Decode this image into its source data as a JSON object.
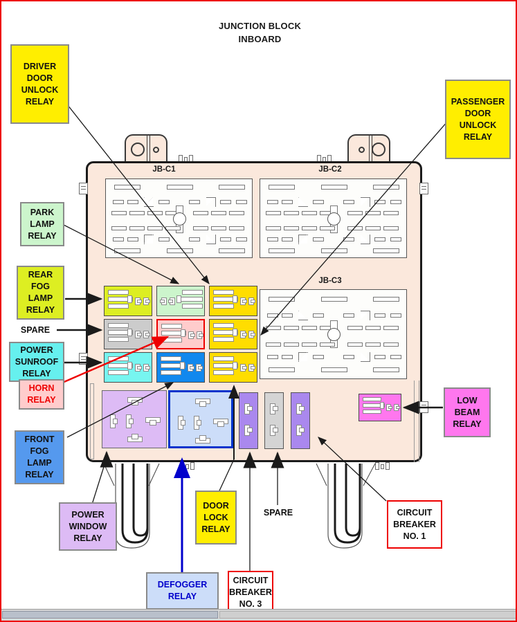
{
  "title": {
    "line1": "JUNCTION BLOCK",
    "line2": "INBOARD"
  },
  "connectors": [
    {
      "id": "jb-c1",
      "label": "JB-C1"
    },
    {
      "id": "jb-c2",
      "label": "JB-C2"
    },
    {
      "id": "jb-c3",
      "label": "JB-C3"
    }
  ],
  "labels": {
    "driver_door_unlock_relay": {
      "lines": [
        "DRIVER",
        "DOOR",
        "UNLOCK",
        "RELAY"
      ],
      "color": "#ffee00"
    },
    "passenger_door_unlock_relay": {
      "lines": [
        "PASSENGER",
        "DOOR",
        "UNLOCK",
        "RELAY"
      ],
      "color": "#ffee00"
    },
    "park_lamp_relay": {
      "lines": [
        "PARK",
        "LAMP",
        "RELAY"
      ],
      "color": "#ccf5cc"
    },
    "rear_fog_lamp_relay": {
      "lines": [
        "REAR",
        "FOG",
        "LAMP",
        "RELAY"
      ],
      "color": "#ddee22"
    },
    "spare_left": {
      "lines": [
        "SPARE"
      ],
      "color": "transparent"
    },
    "power_sunroof_relay": {
      "lines": [
        "POWER",
        "SUNROOF",
        "RELAY"
      ],
      "color": "#66f0ee"
    },
    "horn_relay": {
      "lines": [
        "HORN",
        "RELAY"
      ],
      "color": "#ffcccc"
    },
    "front_fog_lamp_relay": {
      "lines": [
        "FRONT",
        "FOG",
        "LAMP",
        "RELAY"
      ],
      "color": "#5599ee"
    },
    "power_window_relay": {
      "lines": [
        "POWER",
        "WINDOW",
        "RELAY"
      ],
      "color": "#ddbbf5"
    },
    "defogger_relay": {
      "lines": [
        "DEFOGGER",
        "RELAY"
      ],
      "color": "#ccddf9"
    },
    "door_lock_relay": {
      "lines": [
        "DOOR",
        "LOCK",
        "RELAY"
      ],
      "color": "#ffee00"
    },
    "circuit_breaker_no3": {
      "lines": [
        "CIRCUIT",
        "BREAKER",
        "NO. 3"
      ],
      "color": "#ffffff"
    },
    "spare_bottom": {
      "lines": [
        "SPARE"
      ],
      "color": "transparent"
    },
    "circuit_breaker_no1": {
      "lines": [
        "CIRCUIT",
        "BREAKER",
        "NO. 1"
      ],
      "color": "#ffffff"
    },
    "low_beam_relay": {
      "lines": [
        "LOW",
        "BEAM",
        "RELAY"
      ],
      "color": "#ff77ee"
    }
  },
  "sockets": {
    "rear_fog_lamp": {
      "color": "#ddee22"
    },
    "park_lamp": {
      "color": "#ccf5cc"
    },
    "driver_door_unlock": {
      "color": "#ffdd00"
    },
    "spare_left": {
      "color": "#cccccc"
    },
    "horn": {
      "color": "#ffcccc"
    },
    "passenger_door_unlock": {
      "color": "#ffdd00"
    },
    "power_sunroof": {
      "color": "#77f5f0"
    },
    "front_fog_lamp": {
      "color": "#1188ee"
    },
    "third_yellow": {
      "color": "#ffdd00"
    },
    "power_window": {
      "color": "#ddbbf5"
    },
    "defogger": {
      "color": "#ccddf9"
    },
    "circuit_breaker_3": {
      "color": "#aa88ee"
    },
    "spare_breaker": {
      "color": "#d4d4d4"
    },
    "circuit_breaker_1": {
      "color": "#aa88ee"
    },
    "low_beam": {
      "color": "#ff77ee"
    }
  }
}
